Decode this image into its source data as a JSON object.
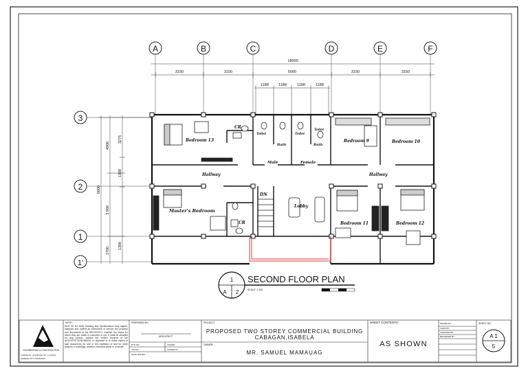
{
  "grid": {
    "columns": [
      "A",
      "B",
      "C",
      "D",
      "E",
      "F"
    ],
    "rows": [
      "3",
      "2",
      "1",
      "1'"
    ]
  },
  "dimensions": {
    "overall": "18000",
    "top": [
      "3150",
      "3150",
      "5000",
      "3150",
      "3150"
    ],
    "toilets": [
      "1188",
      "1188",
      "1188",
      "1188"
    ],
    "left_outer": "6600",
    "left_inner": [
      "4900",
      "3.900",
      "1700"
    ],
    "left_inner2": [
      "3275",
      "1300",
      "1300"
    ]
  },
  "rooms": {
    "bedroom13": "Bedroom 13",
    "cr1": "CR",
    "toilet1": "Toilet",
    "toilet2": "Toilet",
    "toilet3": "Toilet",
    "bath1": "Bath",
    "bath2": "Bath",
    "bedroom9": "Bedroom 9",
    "bedroom10": "Bedroom 10",
    "male": "Male",
    "female": "Female",
    "hallway1": "Hallway",
    "hallway2": "Hallway",
    "masters": "Master's Bedroom",
    "dn": "DN",
    "lobby": "Lobby",
    "bedroom11": "Bedroom 11",
    "bedroom12": "Bedroom 12",
    "cr2": "CR"
  },
  "drawing_title": {
    "title": "SECOND FLOOR PLAN",
    "scale": "SCALE: 1:100",
    "bubble_top": "1",
    "bubble_left": "A",
    "bubble_right": "2"
  },
  "title_block": {
    "note_label": "NOTE:",
    "note_body": "DES. IB. 64 3045 Drawing and Specifications duly signed, stamped and sealed as instrument of service are property and documents of the ARCHITECT, whether the object for which they are made is executed or not. It shall be unlawful for any person, without the written consent of the ARCHITECT/ENGINEER, to duplicate or to make copies of said documents for use in the repetition of and for other projects or buildings, whether executed partly or in whole.",
    "prepared_by_label": "PREPARED BY:",
    "prepared_by_role": "ARCHITECT",
    "ptr_label": "PTR NO.:",
    "issued_label": "ISSUED:",
    "tin_label": "TIN NO.:",
    "issued_at_label": "ISSUED AT:",
    "date_label": "DATE ISSUED:",
    "project_label": "PROJECT:",
    "project_line1": "PROPOSED TWO STOREY COMMERCIAL BUILDING",
    "project_line2": "CABAGAN,ISABELA",
    "owner_label": "OWNER:",
    "owner": "MR. SAMUEL MAMAUAG",
    "sheet_contents_label": "SHEET CONTENTS:",
    "sheet_contents": "AS SHOWN",
    "drawn_by": "DRAWN BY:",
    "cadd_by": "CADD BY:",
    "checked_by": "CHECKED BY:",
    "reviewed_by": "REVIEWED BY:",
    "sheet_no_label": "SHEET NO.",
    "sheet_code": "A 1",
    "sheet_total": "5",
    "logo_caption": "ENGINEERING & CONSTRUCTION",
    "license_text": "LICENSE NO.: 04-0045   PRC NO.: 1-14-06-04",
    "address_text": "ADDRESS: CITY, PHILIPPINES"
  }
}
